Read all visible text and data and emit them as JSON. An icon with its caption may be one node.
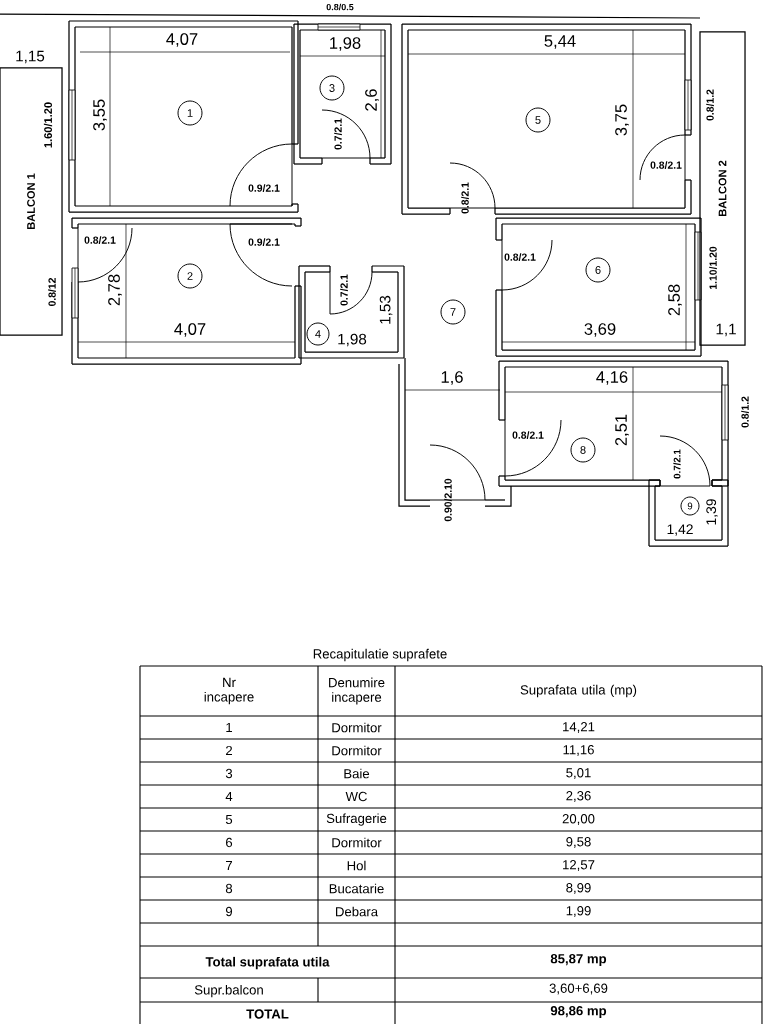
{
  "diagram": {
    "nodes": [
      {
        "text": [
          "1"
        ]
      },
      {
        "text": [
          "2"
        ]
      },
      {
        "text": [
          "3"
        ]
      },
      {
        "text": [
          "4"
        ]
      },
      {
        "text": [
          "5"
        ]
      },
      {
        "text": [
          "6"
        ]
      },
      {
        "text": [
          "7"
        ]
      },
      {
        "text": [
          "8"
        ]
      },
      {
        "text": [
          "9"
        ]
      },
      {
        "text": [
          "BALCON 1"
        ]
      },
      {
        "text": [
          "BALCON 2"
        ]
      }
    ],
    "labels": [
      "0.8/0.5",
      "4,07",
      "1,98",
      "5,44",
      "1,15",
      "1.60/1.20",
      "3,55",
      "2,6",
      "0.7/2.1",
      "3,75",
      "0.8/1.2",
      "0.8/2.1",
      "0.9/2.1",
      "0.8/2.1",
      "0.8/2.1",
      "0.9/2.1",
      "0.8/2.1",
      "1.10/1.20",
      "0.8/12",
      "2,78",
      "0.7/2.1",
      "1,53",
      "2,58",
      "4,07",
      "1,98",
      "3,69",
      "1,1",
      "1,6",
      "4,16",
      "0.8/1.2",
      "2,51",
      "0.8/2.1",
      "0.7/2.1",
      "0.90/2.10",
      "1,39",
      "1,42",
      "Recapitulatie suprafete",
      "Nr incapere",
      "Denumire incapere",
      "Suprafata utila (mp)",
      "1",
      "Dormitor",
      "14,21",
      "2",
      "Dormitor",
      "11,16",
      "3",
      "Baie",
      "5,01",
      "4",
      "WC",
      "2,36",
      "5",
      "Sufragerie",
      "20,00",
      "6",
      "Dormitor",
      "9,58",
      "7",
      "Hol",
      "12,57",
      "8",
      "Bucatarie",
      "8,99",
      "9",
      "Debara",
      "1,99",
      "Total suprafata utila",
      "85,87 mp",
      "Supr.balcon",
      "3,60+6,69",
      "TOTAL",
      "98,86 mp"
    ]
  }
}
